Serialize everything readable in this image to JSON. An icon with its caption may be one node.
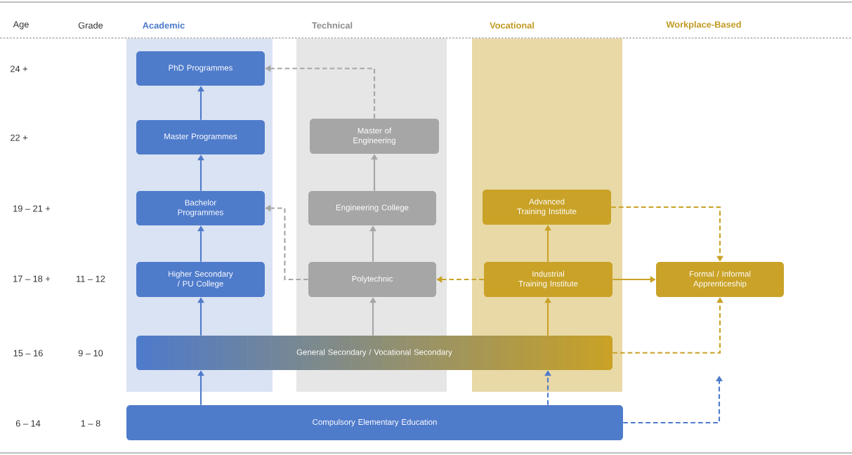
{
  "diagram": {
    "nodes": [
      {
        "text": [
          "PhD Programmes"
        ]
      },
      {
        "text": [
          "Master Programmes"
        ]
      },
      {
        "text": [
          "Master of Engineering"
        ]
      },
      {
        "text": [
          "Bachelor Programmes"
        ]
      },
      {
        "text": [
          "Engineering College"
        ]
      },
      {
        "text": [
          "Advanced Training Institute"
        ]
      },
      {
        "text": [
          "Higher Secondary / PU College"
        ]
      },
      {
        "text": [
          "Polytechnic"
        ]
      },
      {
        "text": [
          "Industrial Training Institute"
        ]
      },
      {
        "text": [
          "Formal / Informal Apprenticeship"
        ]
      },
      {
        "text": [
          "General Secondary / Vocational Secondary"
        ]
      },
      {
        "text": [
          "Compulsory Elementary Education"
        ]
      }
    ],
    "edges": [
      {
        "from": 1,
        "to": 0,
        "arrow": "to"
      },
      {
        "from": 3,
        "to": 1,
        "arrow": "to"
      },
      {
        "from": 6,
        "to": 3,
        "arrow": "to"
      },
      {
        "from": 10,
        "to": 6,
        "arrow": "to"
      },
      {
        "from": 11,
        "to": 10,
        "arrow": "to"
      },
      {
        "from": 2,
        "to": 0,
        "arrow": "to",
        "style": "dashed",
        "color": "#a6a6a6"
      },
      {
        "from": 4,
        "to": 2,
        "arrow": "to",
        "color": "#a6a6a6"
      },
      {
        "from": 7,
        "to": 4,
        "arrow": "to",
        "color": "#a6a6a6"
      },
      {
        "from": 10,
        "to": 7,
        "arrow": "to",
        "color": "#a6a6a6"
      },
      {
        "from": 7,
        "to": 3,
        "arrow": "to",
        "style": "dashed",
        "color": "#a6a6a6"
      },
      {
        "from": 8,
        "to": 5,
        "arrow": "to",
        "color": "#c9a227"
      },
      {
        "from": 10,
        "to": 8,
        "arrow": "to",
        "color": "#c9a227"
      },
      {
        "from": 8,
        "to": 9,
        "arrow": "to",
        "color": "#c9a227"
      },
      {
        "from": 8,
        "to": 7,
        "arrow": "to",
        "style": "dashed",
        "color": "#c9a227"
      },
      {
        "from": 5,
        "to": 9,
        "arrow": "to",
        "style": "dashed",
        "color": "#c9a227"
      },
      {
        "from": 10,
        "to": 9,
        "arrow": "to",
        "style": "dashed",
        "color": "#c9a227"
      },
      {
        "from": 11,
        "to": 10,
        "arrow": "to",
        "style": "dashed"
      },
      {
        "from": 11,
        "to": null,
        "arrow": "to",
        "style": "dashed"
      }
    ],
    "labels": [
      "Age",
      "Grade",
      "Academic",
      "Technical",
      "Vocational",
      "Workplace-Based",
      "24 +",
      "22 +",
      "19 – 21 +",
      "17 – 18 +",
      "11 – 12",
      "15 – 16",
      "9 – 10",
      "6 – 14",
      "1 – 8"
    ]
  }
}
